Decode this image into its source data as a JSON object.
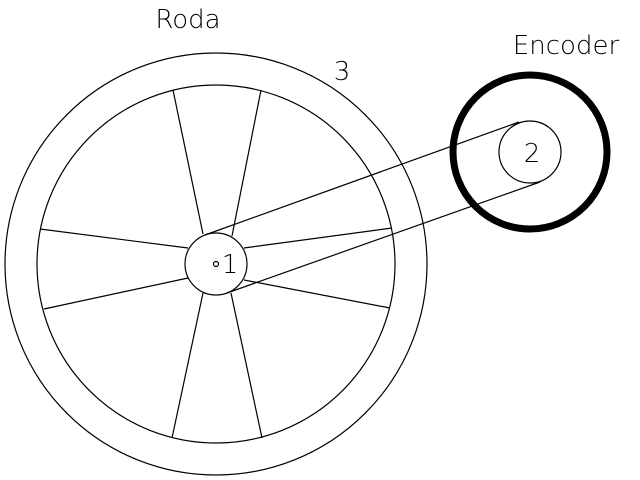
{
  "labels": {
    "wheel": "Roda",
    "encoder": "Encoder",
    "callout_wheel_pulley": "1",
    "callout_encoder_pulley": "2",
    "callout_belt": "3"
  },
  "colors": {
    "stroke": "#000000",
    "background": "#ffffff"
  },
  "wheel": {
    "spoke_count": 8
  }
}
